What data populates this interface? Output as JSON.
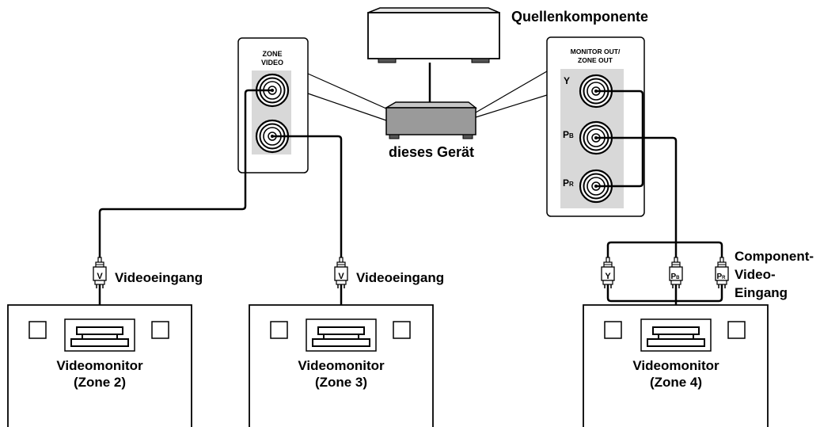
{
  "source_component": {
    "label": "Quellenkomponente"
  },
  "this_unit": {
    "label": "dieses Gerät"
  },
  "zone_video_panel": {
    "title_line1": "ZONE",
    "title_line2": "VIDEO"
  },
  "monitor_out_panel": {
    "title_line1": "MONITOR OUT/",
    "title_line2": "ZONE OUT",
    "jacks": [
      {
        "main": "Y",
        "sub": ""
      },
      {
        "main": "P",
        "sub": "B"
      },
      {
        "main": "P",
        "sub": "R"
      }
    ]
  },
  "plugs": {
    "video": "V",
    "component": [
      {
        "main": "Y",
        "sub": ""
      },
      {
        "main": "P",
        "sub": "B"
      },
      {
        "main": "P",
        "sub": "R"
      }
    ]
  },
  "video_input_label": "Videoeingang",
  "component_input_label": {
    "line1": "Component-",
    "line2": "Video-",
    "line3": "Eingang"
  },
  "monitors": [
    {
      "title": "Videomonitor",
      "zone": "(Zone 2)"
    },
    {
      "title": "Videomonitor",
      "zone": "(Zone 3)"
    },
    {
      "title": "Videomonitor",
      "zone": "(Zone 4)"
    }
  ]
}
